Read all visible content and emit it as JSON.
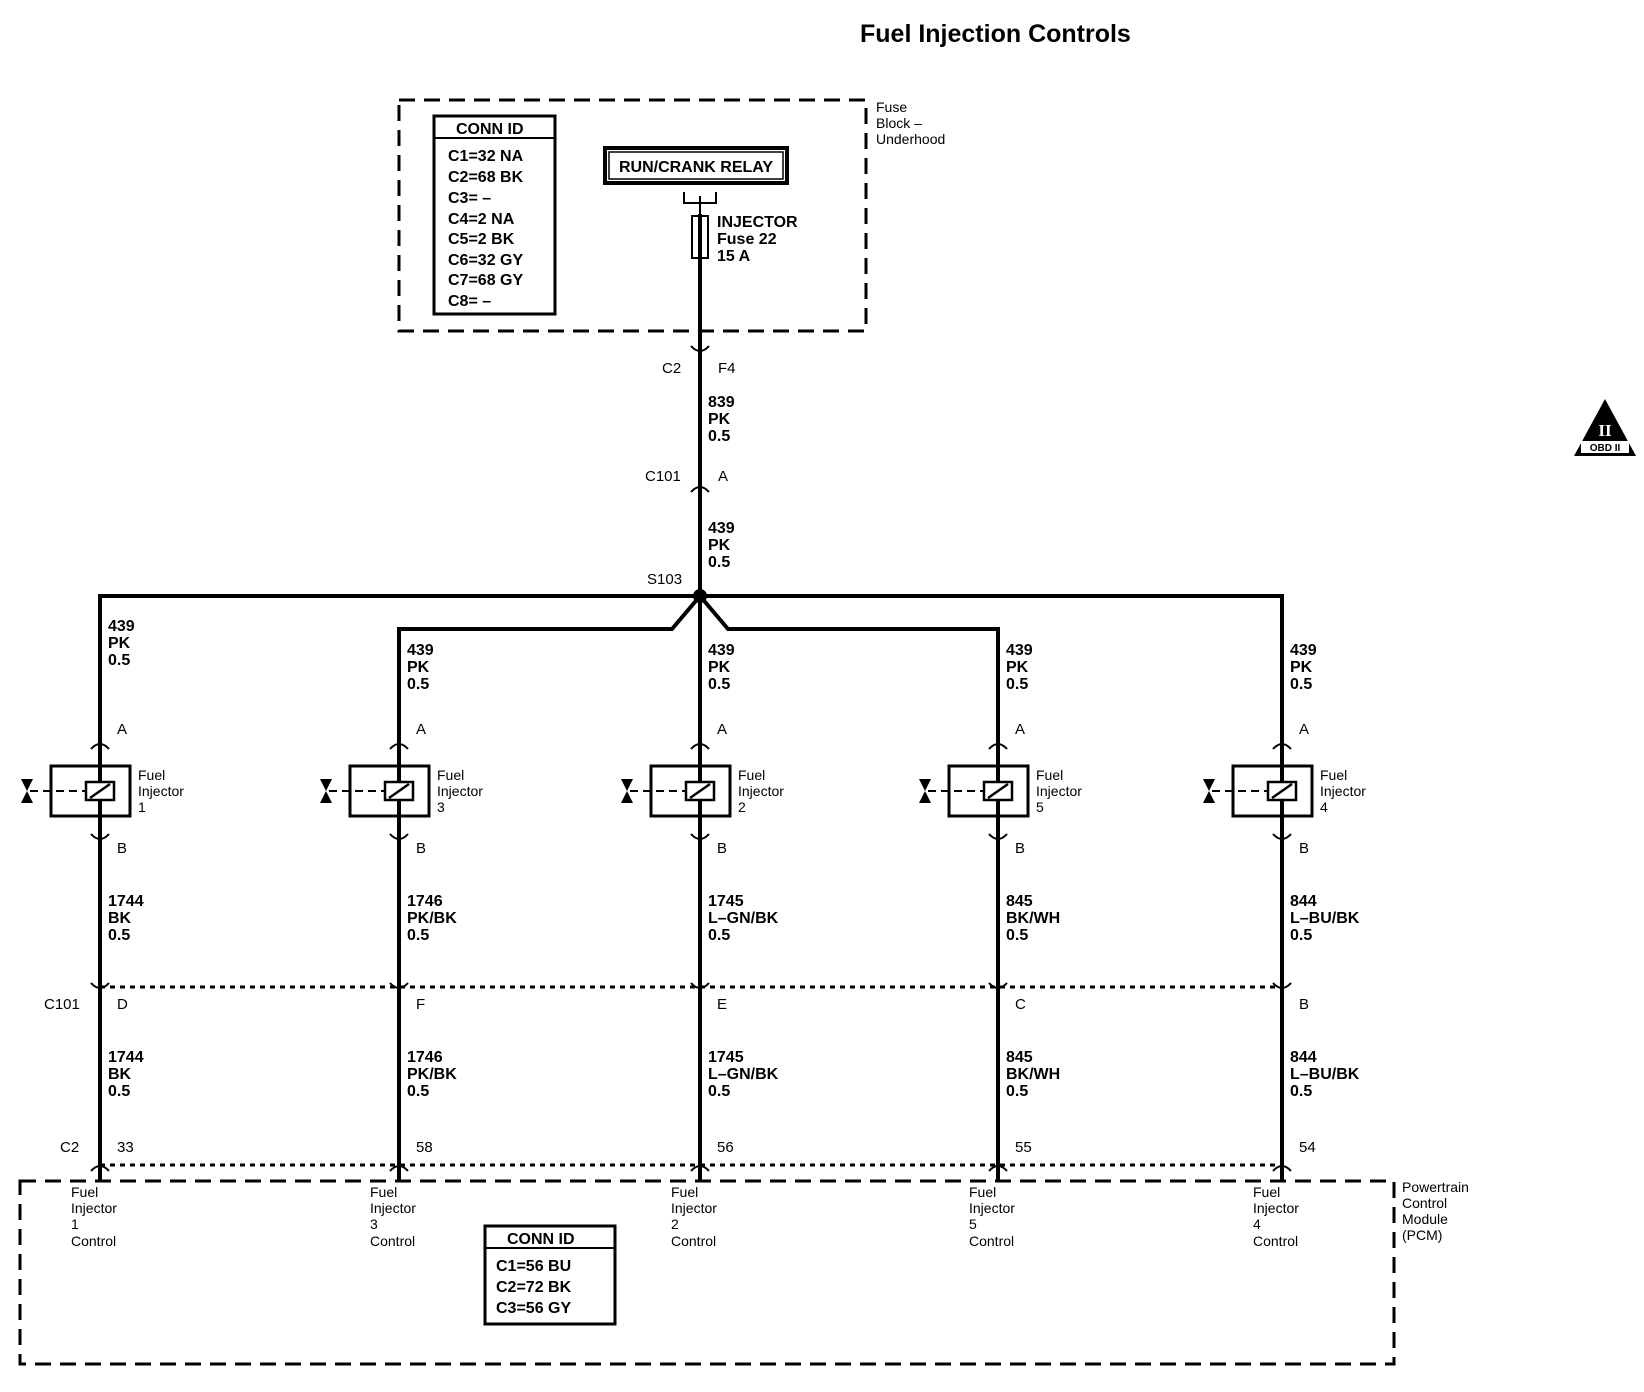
{
  "title": "Fuel Injection Controls",
  "fuse_block": {
    "label": [
      "Fuse",
      "Block –",
      "Underhood"
    ],
    "conn_id": {
      "header": "CONN ID",
      "rows": [
        "C1=32 NA",
        "C2=68 BK",
        "C3= –",
        "C4=2 NA",
        "C5=2 BK",
        "C6=32 GY",
        "C7=68 GY",
        "C8= –"
      ]
    },
    "relay": "RUN/CRANK RELAY",
    "fuse": [
      "INJECTOR",
      "Fuse 22",
      "15 A"
    ],
    "conn_left": "C2",
    "conn_right": "F4"
  },
  "wire_839": [
    "839",
    "PK",
    "0.5"
  ],
  "c101_top": {
    "name": "C101",
    "pin": "A"
  },
  "wire_439_main": [
    "439",
    "PK",
    "0.5"
  ],
  "splice": "S103",
  "c101_mid": "C101",
  "c2_bottom": "C2",
  "obd_badge": {
    "numeral": "II",
    "text": "OBD II"
  },
  "injectors": [
    {
      "upper_wire": [
        "439",
        "PK",
        "0.5"
      ],
      "pin_a": "A",
      "pin_b": "B",
      "label": [
        "Fuel",
        "Injector",
        "1"
      ],
      "lower_wire": [
        "1744",
        "BK",
        "0.5"
      ],
      "c101_pin": "D",
      "pcm_wire": [
        "1744",
        "BK",
        "0.5"
      ],
      "pcm_pin": "33",
      "pcm_label": [
        "Fuel",
        "Injector",
        "1",
        "Control"
      ]
    },
    {
      "upper_wire": [
        "439",
        "PK",
        "0.5"
      ],
      "pin_a": "A",
      "pin_b": "B",
      "label": [
        "Fuel",
        "Injector",
        "3"
      ],
      "lower_wire": [
        "1746",
        "PK/BK",
        "0.5"
      ],
      "c101_pin": "F",
      "pcm_wire": [
        "1746",
        "PK/BK",
        "0.5"
      ],
      "pcm_pin": "58",
      "pcm_label": [
        "Fuel",
        "Injector",
        "3",
        "Control"
      ]
    },
    {
      "upper_wire": [
        "439",
        "PK",
        "0.5"
      ],
      "pin_a": "A",
      "pin_b": "B",
      "label": [
        "Fuel",
        "Injector",
        "2"
      ],
      "lower_wire": [
        "1745",
        "L–GN/BK",
        "0.5"
      ],
      "c101_pin": "E",
      "pcm_wire": [
        "1745",
        "L–GN/BK",
        "0.5"
      ],
      "pcm_pin": "56",
      "pcm_label": [
        "Fuel",
        "Injector",
        "2",
        "Control"
      ]
    },
    {
      "upper_wire": [
        "439",
        "PK",
        "0.5"
      ],
      "pin_a": "A",
      "pin_b": "B",
      "label": [
        "Fuel",
        "Injector",
        "5"
      ],
      "lower_wire": [
        "845",
        "BK/WH",
        "0.5"
      ],
      "c101_pin": "C",
      "pcm_wire": [
        "845",
        "BK/WH",
        "0.5"
      ],
      "pcm_pin": "55",
      "pcm_label": [
        "Fuel",
        "Injector",
        "5",
        "Control"
      ]
    },
    {
      "upper_wire": [
        "439",
        "PK",
        "0.5"
      ],
      "pin_a": "A",
      "pin_b": "B",
      "label": [
        "Fuel",
        "Injector",
        "4"
      ],
      "lower_wire": [
        "844",
        "L–BU/BK",
        "0.5"
      ],
      "c101_pin": "B",
      "pcm_wire": [
        "844",
        "L–BU/BK",
        "0.5"
      ],
      "pcm_pin": "54",
      "pcm_label": [
        "Fuel",
        "Injector",
        "4",
        "Control"
      ]
    }
  ],
  "pcm": {
    "label": [
      "Powertrain",
      "Control",
      "Module",
      "(PCM)"
    ],
    "conn_id": {
      "header": "CONN ID",
      "rows": [
        "C1=56 BU",
        "C2=72 BK",
        "C3=56 GY"
      ]
    }
  }
}
